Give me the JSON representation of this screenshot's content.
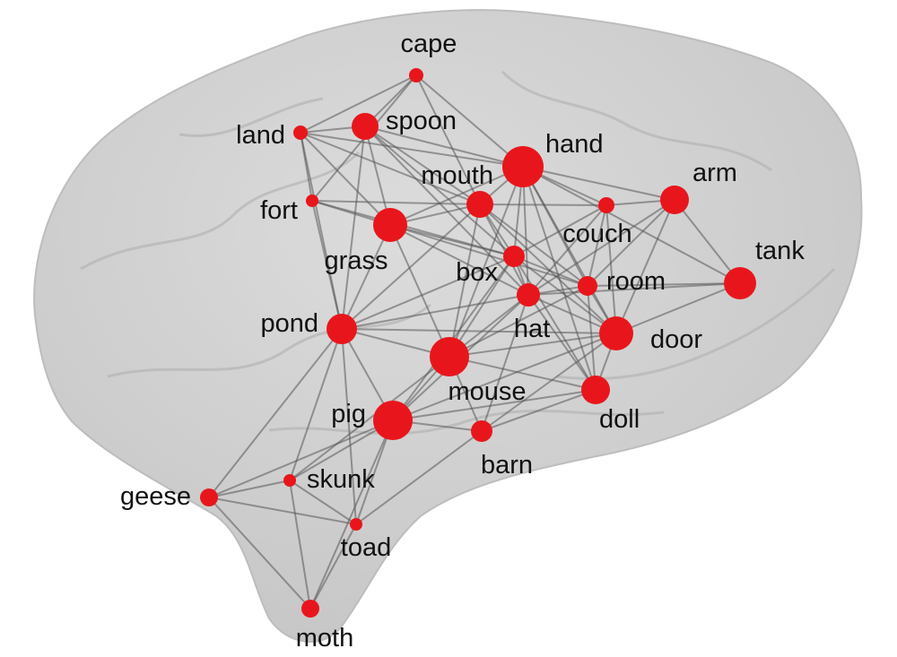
{
  "colors": {
    "node": "#e8161c",
    "edge": "#555555",
    "brain": "#cfcfcf"
  },
  "nodes": [
    {
      "id": "cape",
      "label": "cape"
    },
    {
      "id": "land",
      "label": "land"
    },
    {
      "id": "spoon",
      "label": "spoon"
    },
    {
      "id": "hand",
      "label": "hand"
    },
    {
      "id": "mouth",
      "label": "mouth"
    },
    {
      "id": "arm",
      "label": "arm"
    },
    {
      "id": "fort",
      "label": "fort"
    },
    {
      "id": "grass",
      "label": "grass"
    },
    {
      "id": "couch",
      "label": "couch"
    },
    {
      "id": "box",
      "label": "box"
    },
    {
      "id": "tank",
      "label": "tank"
    },
    {
      "id": "room",
      "label": "room"
    },
    {
      "id": "hat",
      "label": "hat"
    },
    {
      "id": "pond",
      "label": "pond"
    },
    {
      "id": "door",
      "label": "door"
    },
    {
      "id": "mouse",
      "label": "mouse"
    },
    {
      "id": "doll",
      "label": "doll"
    },
    {
      "id": "pig",
      "label": "pig"
    },
    {
      "id": "barn",
      "label": "barn"
    },
    {
      "id": "skunk",
      "label": "skunk"
    },
    {
      "id": "geese",
      "label": "geese"
    },
    {
      "id": "toad",
      "label": "toad"
    },
    {
      "id": "moth",
      "label": "moth"
    }
  ],
  "edges": [
    [
      "cape",
      "land"
    ],
    [
      "cape",
      "spoon"
    ],
    [
      "cape",
      "hand"
    ],
    [
      "cape",
      "mouth"
    ],
    [
      "cape",
      "fort"
    ],
    [
      "land",
      "spoon"
    ],
    [
      "land",
      "hand"
    ],
    [
      "land",
      "fort"
    ],
    [
      "land",
      "grass"
    ],
    [
      "land",
      "pond"
    ],
    [
      "land",
      "mouth"
    ],
    [
      "spoon",
      "hand"
    ],
    [
      "spoon",
      "mouth"
    ],
    [
      "spoon",
      "grass"
    ],
    [
      "spoon",
      "box"
    ],
    [
      "spoon",
      "pond"
    ],
    [
      "spoon",
      "hat"
    ],
    [
      "hand",
      "mouth"
    ],
    [
      "hand",
      "arm"
    ],
    [
      "hand",
      "couch"
    ],
    [
      "hand",
      "box"
    ],
    [
      "hand",
      "room"
    ],
    [
      "hand",
      "hat"
    ],
    [
      "hand",
      "door"
    ],
    [
      "hand",
      "doll"
    ],
    [
      "hand",
      "grass"
    ],
    [
      "hand",
      "mouse"
    ],
    [
      "hand",
      "tank"
    ],
    [
      "mouth",
      "grass"
    ],
    [
      "mouth",
      "box"
    ],
    [
      "mouth",
      "hat"
    ],
    [
      "mouth",
      "room"
    ],
    [
      "mouth",
      "door"
    ],
    [
      "mouth",
      "mouse"
    ],
    [
      "mouth",
      "fort"
    ],
    [
      "mouth",
      "couch"
    ],
    [
      "mouth",
      "pond"
    ],
    [
      "arm",
      "couch"
    ],
    [
      "arm",
      "tank"
    ],
    [
      "arm",
      "room"
    ],
    [
      "arm",
      "door"
    ],
    [
      "arm",
      "hat"
    ],
    [
      "fort",
      "grass"
    ],
    [
      "fort",
      "pond"
    ],
    [
      "fort",
      "box"
    ],
    [
      "grass",
      "box"
    ],
    [
      "grass",
      "mouse"
    ],
    [
      "grass",
      "pond"
    ],
    [
      "grass",
      "hat"
    ],
    [
      "grass",
      "room"
    ],
    [
      "couch",
      "box"
    ],
    [
      "couch",
      "room"
    ],
    [
      "couch",
      "door"
    ],
    [
      "couch",
      "hat"
    ],
    [
      "box",
      "hat"
    ],
    [
      "box",
      "room"
    ],
    [
      "box",
      "mouse"
    ],
    [
      "box",
      "door"
    ],
    [
      "box",
      "pond"
    ],
    [
      "box",
      "doll"
    ],
    [
      "box",
      "pig"
    ],
    [
      "tank",
      "room"
    ],
    [
      "tank",
      "door"
    ],
    [
      "tank",
      "hat"
    ],
    [
      "room",
      "hat"
    ],
    [
      "room",
      "door"
    ],
    [
      "room",
      "mouse"
    ],
    [
      "room",
      "doll"
    ],
    [
      "hat",
      "door"
    ],
    [
      "hat",
      "mouse"
    ],
    [
      "hat",
      "doll"
    ],
    [
      "hat",
      "pig"
    ],
    [
      "hat",
      "barn"
    ],
    [
      "hat",
      "pond"
    ],
    [
      "pond",
      "mouse"
    ],
    [
      "pond",
      "pig"
    ],
    [
      "pond",
      "skunk"
    ],
    [
      "pond",
      "geese"
    ],
    [
      "pond",
      "toad"
    ],
    [
      "pond",
      "door"
    ],
    [
      "door",
      "mouse"
    ],
    [
      "door",
      "doll"
    ],
    [
      "door",
      "pig"
    ],
    [
      "door",
      "barn"
    ],
    [
      "mouse",
      "doll"
    ],
    [
      "mouse",
      "pig"
    ],
    [
      "mouse",
      "barn"
    ],
    [
      "mouse",
      "skunk"
    ],
    [
      "doll",
      "barn"
    ],
    [
      "doll",
      "pig"
    ],
    [
      "pig",
      "barn"
    ],
    [
      "pig",
      "skunk"
    ],
    [
      "pig",
      "geese"
    ],
    [
      "pig",
      "toad"
    ],
    [
      "pig",
      "moth"
    ],
    [
      "barn",
      "toad"
    ],
    [
      "skunk",
      "geese"
    ],
    [
      "skunk",
      "toad"
    ],
    [
      "skunk",
      "moth"
    ],
    [
      "geese",
      "moth"
    ],
    [
      "geese",
      "toad"
    ],
    [
      "toad",
      "moth"
    ]
  ]
}
